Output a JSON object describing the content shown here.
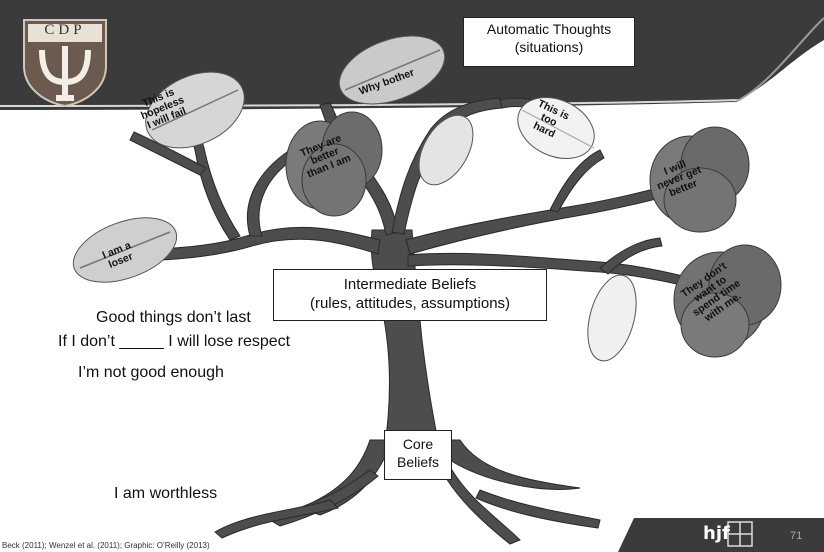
{
  "logo": {
    "letters": "CDP",
    "symbol": "psi-emblem"
  },
  "header": {
    "automatic_thoughts": "Automatic Thoughts\n(situations)"
  },
  "boxes": {
    "intermediate": "Intermediate Beliefs\n(rules, attitudes, assumptions)",
    "core": "Core\nBeliefs"
  },
  "leaves": [
    {
      "text": "This is\nhopeless\nI will fail"
    },
    {
      "text": "Why bother"
    },
    {
      "text": "This is\ntoo\nhard"
    },
    {
      "text": "They are\nbetter\nthan I am"
    },
    {
      "text": "I will\nnever get\nbetter"
    },
    {
      "text": "I am a\nloser"
    },
    {
      "text": "They don't\nwant to\nspend time\nwith me."
    }
  ],
  "intermediate_beliefs": [
    "Good things don’t last",
    "If I don’t _____ I will lose respect",
    "I’m not good enough"
  ],
  "core_belief": "I am worthless",
  "footer": {
    "citation": "Beck (2011); Wenzel et al. (2011); Graphic: O’Reilly (2013)",
    "page_number": "71",
    "logo_text": "hjf"
  },
  "colors": {
    "header_band": "#3a3a3a",
    "trunk": "#4a4a4a",
    "leaf_dark": "#6e6e6e",
    "leaf_light": "#cfcfcf"
  }
}
